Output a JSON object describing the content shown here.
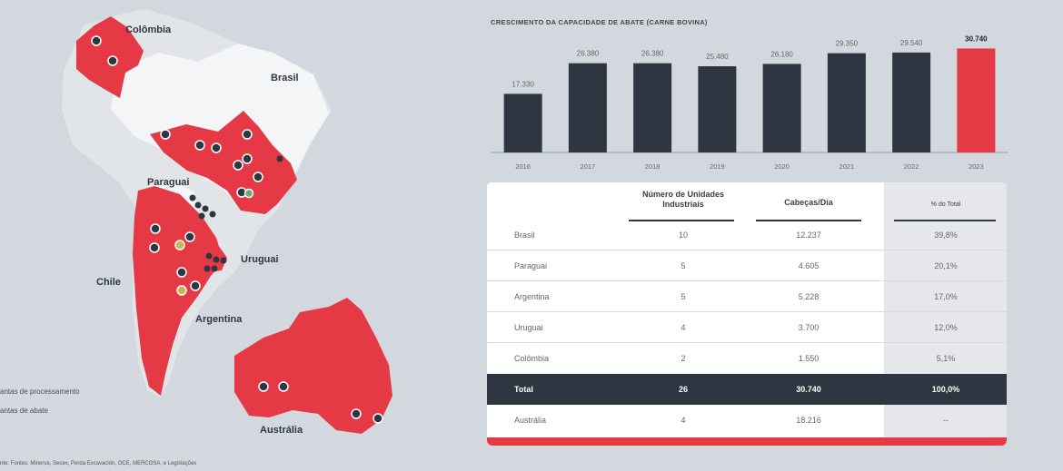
{
  "colors": {
    "accent_red": "#e63946",
    "dark_bar": "#2e3641",
    "background": "#d3d8de",
    "land_white": "#f4f5f6",
    "land_grey": "#e2e5e8",
    "marker_dark": "#2e3641",
    "marker_yellow": "#c9b458",
    "marker_green": "#6fa86a"
  },
  "map": {
    "labels": {
      "colombia": "Colômbia",
      "brasil": "Brasil",
      "paraguai": "Paraguai",
      "uruguai": "Uruguai",
      "chile": "Chile",
      "argentina": "Argentina",
      "australia": "Austrália"
    },
    "legend": {
      "processing": "antas de processamento",
      "slaughter": "antas de abate"
    },
    "icons": [
      "plant-pin-icon",
      "dot-marker-icon"
    ]
  },
  "source_note": "nte: Fontes: Minerva, Secex, Perda Excavación, OCE, MERCOSA, e Legislações",
  "chart_data": {
    "type": "bar",
    "title": "CRESCIMENTO DA CAPACIDADE DE ABATE (CARNE BOVINA)",
    "categories": [
      "2016",
      "2017",
      "2018",
      "2019",
      "2020",
      "2021",
      "2022",
      "2023"
    ],
    "values": [
      17330,
      26380,
      26380,
      25480,
      26180,
      29350,
      29540,
      30740
    ],
    "value_labels": [
      "17.330",
      "26.380",
      "26.380",
      "25.480",
      "26.180",
      "29.350",
      "29.540",
      "30.740"
    ],
    "highlight_index": 7,
    "xlabel": "",
    "ylabel": "",
    "ylim": [
      0,
      33000
    ],
    "grid": false,
    "legend": "none"
  },
  "table": {
    "headers": {
      "units": "Número de Unidades Industriais",
      "heads": "Cabeças/Dia",
      "pct": "% do Total"
    },
    "rows": [
      {
        "country": "Brasil",
        "units": "10",
        "heads": "12.237",
        "pct": "39,8%"
      },
      {
        "country": "Paraguai",
        "units": "5",
        "heads": "4.605",
        "pct": "20,1%"
      },
      {
        "country": "Argentina",
        "units": "5",
        "heads": "5.228",
        "pct": "17,0%"
      },
      {
        "country": "Uruguai",
        "units": "4",
        "heads": "3.700",
        "pct": "12,0%"
      },
      {
        "country": "Colômbia",
        "units": "2",
        "heads": "1.550",
        "pct": "5,1%"
      }
    ],
    "total": {
      "label": "Total",
      "units": "26",
      "heads": "30.740",
      "pct": "100,0%"
    },
    "australia": {
      "country": "Austrália",
      "units": "4",
      "heads": "18.216",
      "pct": "--"
    }
  }
}
